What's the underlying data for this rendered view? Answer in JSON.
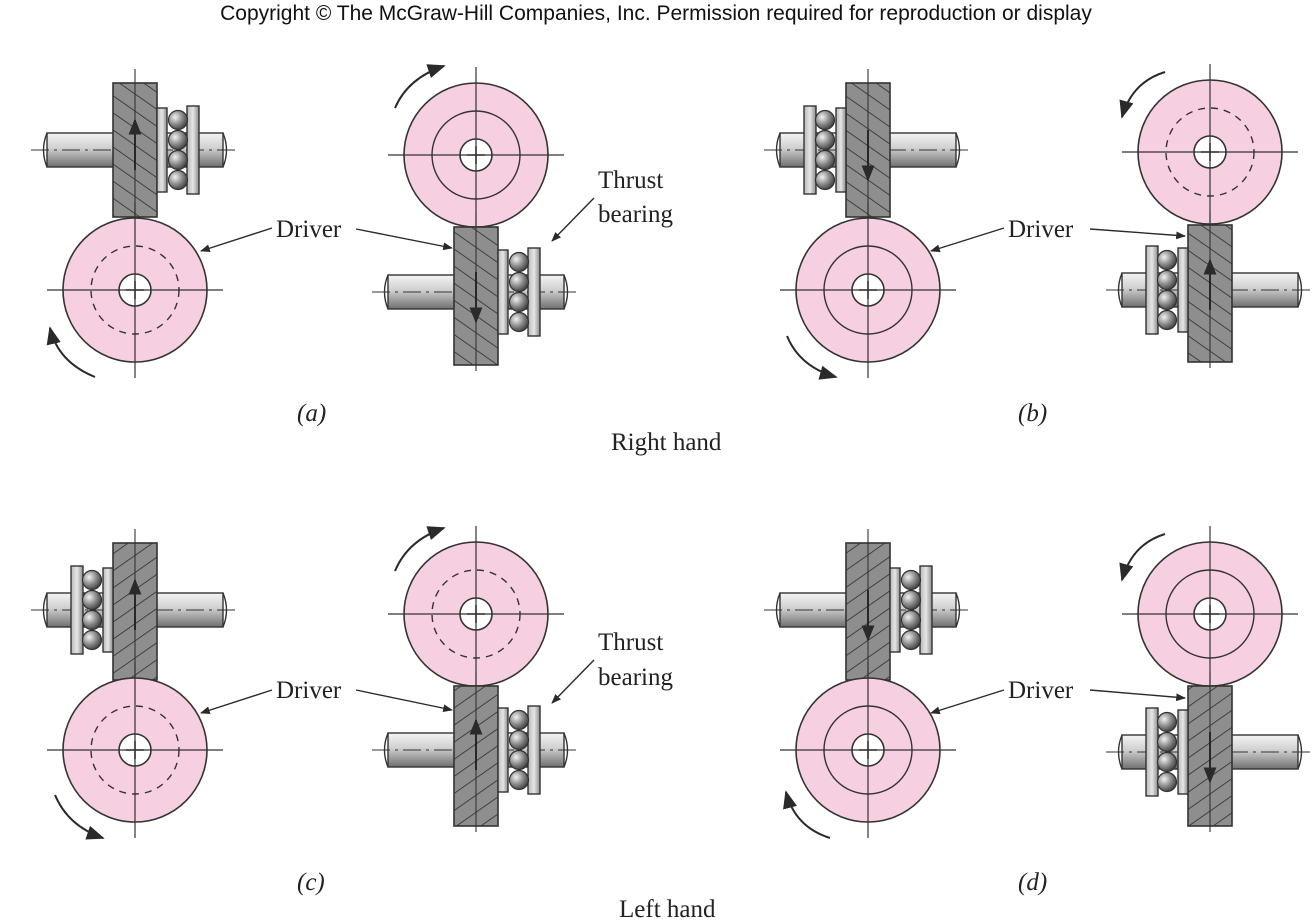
{
  "copyright": "Copyright © The McGraw-Hill Companies, Inc. Permission required for reproduction or display",
  "labels": {
    "driver": "Driver",
    "thrust_line1": "Thrust",
    "thrust_line2": "bearing"
  },
  "captions": {
    "a": "(a)",
    "b": "(b)",
    "c": "(c)",
    "d": "(d)"
  },
  "sections": {
    "right_hand": "Right hand",
    "left_hand": "Left hand"
  },
  "colors": {
    "wheel_fill": "#f6cfe0",
    "outline": "#333333",
    "gear_fill": "#8e8e8e",
    "shaft_fill": "#cfcfcf",
    "ball_fill": "#8a8a8a"
  }
}
